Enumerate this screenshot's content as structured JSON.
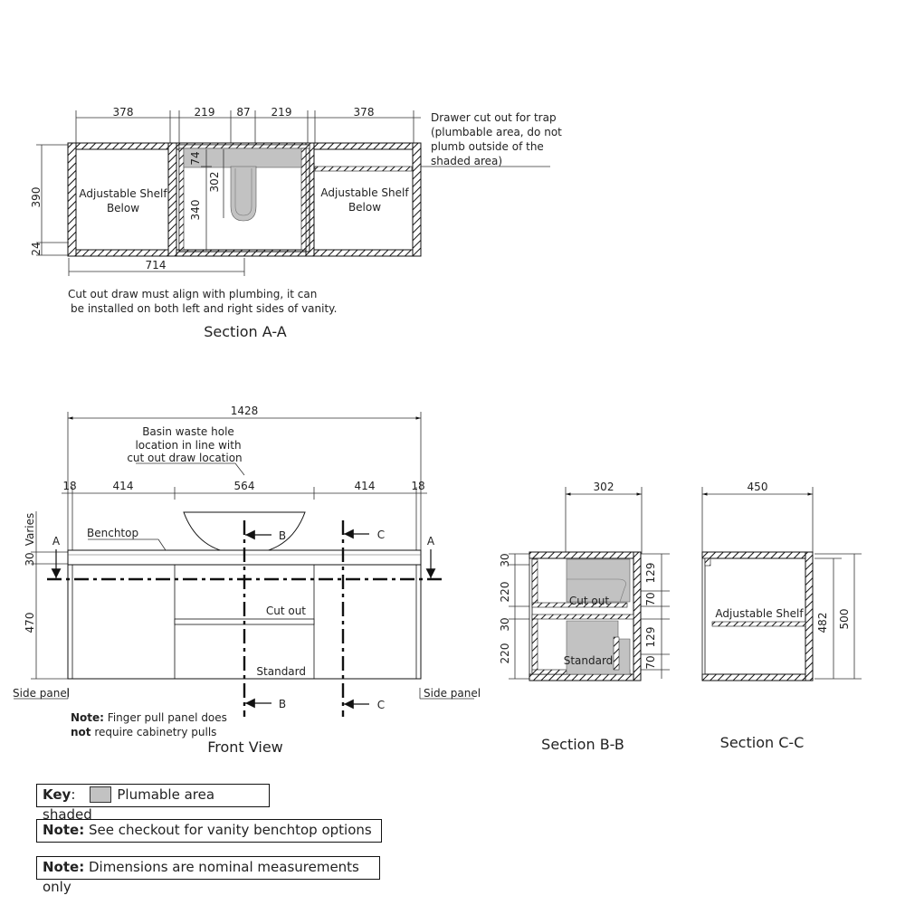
{
  "section_aa": {
    "title": "Section A-A",
    "dims_top": [
      "378",
      "219",
      "87",
      "219",
      "378"
    ],
    "dim_390": "390",
    "dim_24": "24",
    "dim_714": "714",
    "dim_74": "74",
    "dim_302": "302",
    "dim_340": "340",
    "shelf_left": [
      "Adjustable Shelf",
      "Below"
    ],
    "shelf_right": [
      "Adjustable Shelf",
      "Below"
    ],
    "note_drawer": [
      "Drawer cut out for trap",
      "(plumbable area, do not",
      "plumb outside of the",
      "shaded area)"
    ],
    "note_cutout": [
      "Cut out draw must align with plumbing, it can",
      "be installed on both left and right sides of vanity."
    ]
  },
  "front_view": {
    "title": "Front View",
    "dim_total": "1428",
    "dims_row": [
      "18",
      "414",
      "564",
      "414",
      "18"
    ],
    "dim_varies": "Varies",
    "dim_30": "30",
    "dim_470": "470",
    "basin_note": [
      "Basin waste hole",
      "location in line with",
      "cut out draw location"
    ],
    "benchtop": "Benchtop",
    "cut_out": "Cut out",
    "standard": "Standard",
    "side_panel_left": "Side panel",
    "side_panel_right": "Side panel",
    "marker_a": "A",
    "marker_b": "B",
    "marker_c": "C",
    "finger_note_prefix": "Note:",
    "finger_note_rest": " Finger pull panel does",
    "finger_note_line2_bold": "not",
    "finger_note_line2_rest": " require cabinetry pulls"
  },
  "section_bb": {
    "title": "Section B-B",
    "dim_302": "302",
    "left_dims": [
      "30",
      "220",
      "30",
      "220"
    ],
    "right_dims": [
      "129",
      "70",
      "129",
      "70"
    ],
    "cut_out": "Cut out",
    "standard": "Standard"
  },
  "section_cc": {
    "title": "Section C-C",
    "dim_450": "450",
    "dim_482": "482",
    "dim_500": "500",
    "shelf": "Adjustable Shelf"
  },
  "key": {
    "label": "Key",
    "text": "Plumable area shaded"
  },
  "notes": [
    {
      "bold": "Note:",
      "text": " See checkout for vanity benchtop options"
    },
    {
      "bold": "Note:",
      "text": " Dimensions are nominal measurements only"
    }
  ],
  "colors": {
    "shade": "#c2c2c2",
    "line": "#111111"
  }
}
